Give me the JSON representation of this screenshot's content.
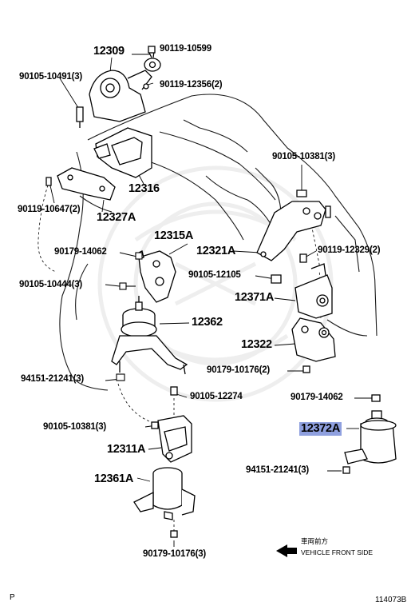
{
  "labels": {
    "p12309": "12309",
    "p90119_10599": "90119-10599",
    "p90105_10491": "90105-10491(3)",
    "p90119_12356": "90119-12356(2)",
    "p12316": "12316",
    "p90105_10381a": "90105-10381(3)",
    "p90119_10647": "90119-10647(2)",
    "p12327A": "12327A",
    "p12315A": "12315A",
    "p12321A": "12321A",
    "p90179_14062a": "90179-14062",
    "p90119_12329": "90119-12329(2)",
    "p90105_12105": "90105-12105",
    "p90105_10444": "90105-10444(3)",
    "p12371A": "12371A",
    "p12362": "12362",
    "p12322": "12322",
    "p90179_10176a": "90179-10176(2)",
    "p94151_21241a": "94151-21241(3)",
    "p90105_12274": "90105-12274",
    "p90179_14062b": "90179-14062",
    "p90105_10381b": "90105-10381(3)",
    "p12372A": "12372A",
    "p12311A": "12311A",
    "p94151_21241b": "94151-21241(3)",
    "p12361A": "12361A",
    "p90179_10176b": "90179-10176(3)"
  },
  "direction": {
    "jp": "車両前方",
    "en": "VEHICLE FRONT SIDE"
  },
  "footer": {
    "left": "P",
    "right": "114073B"
  }
}
